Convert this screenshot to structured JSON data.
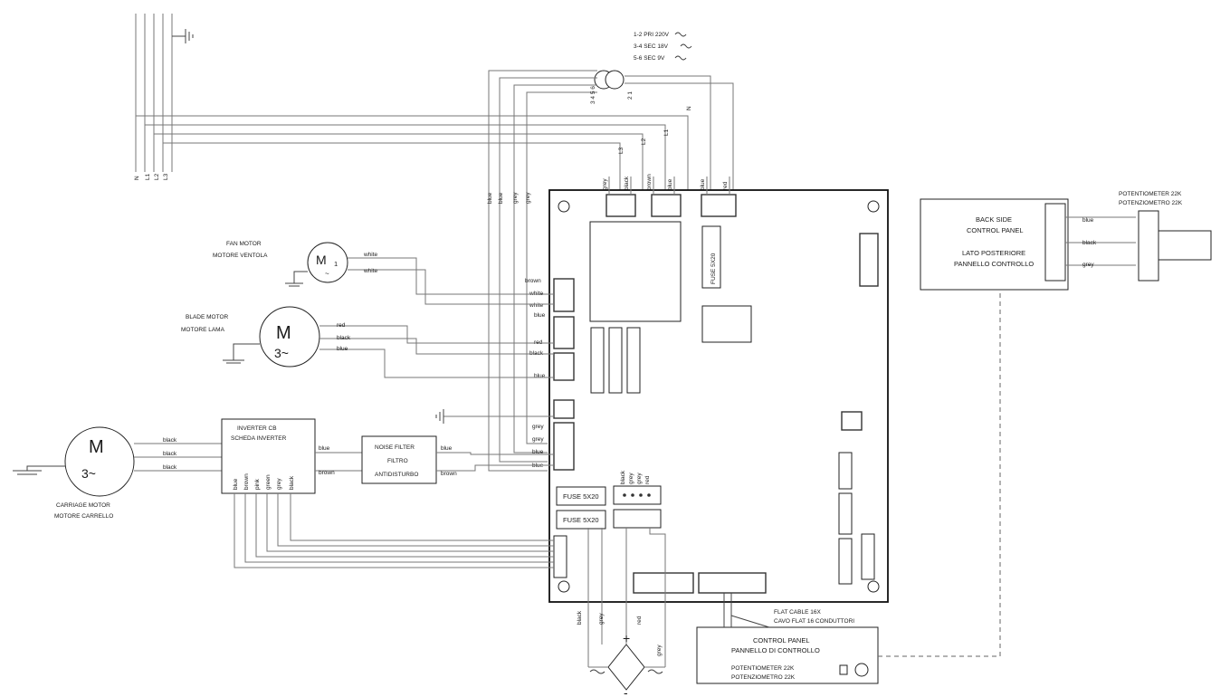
{
  "transformer": {
    "line1": "1-2 PRI 220V",
    "line2": "3-4 SEC 18V",
    "line3": "5-6 SEC 9V",
    "pins_left": "3 4 5 6",
    "pins_right": "2 1"
  },
  "mains": {
    "labels": [
      "N",
      "L1",
      "L2",
      "L3"
    ],
    "top_tags": {
      "n": "N",
      "l1": "L1",
      "l2": "L2",
      "l3": "L3"
    }
  },
  "pcb_top_wires": [
    "grey",
    "black",
    "brown",
    "blue",
    "blue",
    "red"
  ],
  "left_wire_tags": [
    "blue",
    "blue",
    "grey",
    "grey"
  ],
  "pcb_left_labels": [
    "brown",
    "white",
    "white",
    "blue",
    "red",
    "black",
    "blue",
    "grey",
    "grey",
    "blue",
    "blue"
  ],
  "fuse_board": "FUSE 5X20",
  "fuse1": "FUSE 5X20",
  "fuse2": "FUSE 5X20",
  "pot_conn_wires": [
    "black",
    "grey",
    "grey",
    "red"
  ],
  "fan_motor": {
    "title1": "FAN MOTOR",
    "title2": "MOTORE VENTOLA",
    "symbol": "M",
    "sub": "1",
    "tilde": "~",
    "wire1": "white",
    "wire2": "white"
  },
  "blade_motor": {
    "title1": "BLADE MOTOR",
    "title2": "MOTORE LAMA",
    "symbol": "M",
    "phase": "3~",
    "wire1": "red",
    "wire2": "black",
    "wire3": "blue"
  },
  "carriage_motor": {
    "title1": "CARRIAGE MOTOR",
    "title2": "MOTORE CARRELLO",
    "symbol": "M",
    "phase": "3~",
    "wires": [
      "black",
      "black",
      "black"
    ]
  },
  "inverter": {
    "title1": "INVERTER CB",
    "title2": "SCHEDA INVERTER",
    "bottom": [
      "blue",
      "brown",
      "pink",
      "green",
      "grey",
      "black"
    ],
    "out1": "blue",
    "out2": "brown"
  },
  "noise_filter": {
    "l1": "NOISE FILTER",
    "l2": "FILTRO",
    "l3": "ANTIDISTURBO",
    "out1": "blue",
    "out2": "brown"
  },
  "back_panel": {
    "l1": "BACK SIDE",
    "l2": "CONTROL PANEL",
    "l3": "LATO POSTERIORE",
    "l4": "PANNELLO CONTROLLO",
    "wires": [
      "blue",
      "black",
      "grey"
    ]
  },
  "pot_top": {
    "l1": "POTENTIOMETER 22K",
    "l2": "POTENZIOMETRO 22K"
  },
  "control_panel": {
    "l1": "CONTROL PANEL",
    "l2": "PANNELLO DI CONTROLLO",
    "l3": "POTENTIOMETER 22K",
    "l4": "POTENZIOMETRO 22K"
  },
  "flat_cable": {
    "l1": "FLAT CABLE 16X",
    "l2": "CAVO FLAT 16 CONDUTTORI"
  },
  "bridge": {
    "w1": "black",
    "w2": "grey",
    "w3": "red",
    "w4": "grey",
    "plus": "+",
    "minus": "-"
  }
}
